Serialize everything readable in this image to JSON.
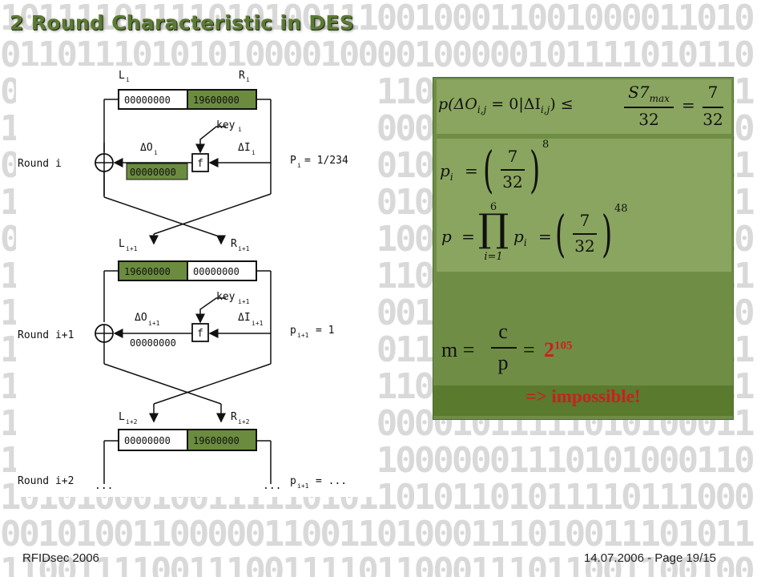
{
  "slide": {
    "title": "2 Round Characteristic in DES",
    "footer_left": "RFIDsec 2006",
    "footer_right": "14.07.2006 - Page 19/15"
  },
  "diagram": {
    "rounds": [
      {
        "label": "Round i",
        "L": "L",
        "L_sub": "i",
        "R": "R",
        "R_sub": "i",
        "left_reg": "00000000",
        "right_reg": "19600000",
        "f_out": "00000000",
        "delta_o": "ΔO",
        "delta_o_sub": "i",
        "delta_i": "ΔI",
        "delta_i_sub": "i",
        "key": "key",
        "key_sub": "i",
        "f": "f",
        "prob": "P",
        "prob_sub": "i",
        "prob_val": "= 1/234"
      },
      {
        "label": "Round i+1",
        "L": "L",
        "L_sub": "i+1",
        "R": "R",
        "R_sub": "i+1",
        "left_reg": "19600000",
        "right_reg": "00000000",
        "f_out": "00000000",
        "delta_o": "ΔO",
        "delta_o_sub": "i+1",
        "delta_i": "ΔI",
        "delta_i_sub": "i+1",
        "key": "key",
        "key_sub": "i+1",
        "f": "f",
        "prob": "p",
        "prob_sub": "i+1",
        "prob_val": "= 1"
      },
      {
        "label": "Round i+2",
        "L": "L",
        "L_sub": "i+2",
        "R": "R",
        "R_sub": "i+2",
        "left_reg": "00000000",
        "right_reg": "19600000",
        "dots_left": "...",
        "dots_right": "...",
        "prob": "p",
        "prob_sub": "i+1",
        "prob_val": "= ..."
      }
    ]
  },
  "formulas": {
    "eq1": {
      "lhs": "p(ΔO",
      "o_sub": "i,j",
      "mid": " = 0|ΔI",
      "i_sub": "i,j",
      "rel": ") ≤",
      "frac_num": "S7",
      "frac_num_sub": "max",
      "frac_den": "32",
      "eq": "=",
      "r_num": "7",
      "r_den": "32"
    },
    "eq2": {
      "lhs": "p",
      "lhs_sub": "i",
      "eq": "=",
      "num": "7",
      "den": "32",
      "exp": "8"
    },
    "eq3": {
      "lhs": "p",
      "eq": "=",
      "prod_top": "6",
      "prod_bottom": "i=1",
      "term": "p",
      "term_sub": "i",
      "eq2": "=",
      "num": "7",
      "den": "32",
      "exp": "48"
    },
    "m_eq": {
      "m": "m =",
      "num": "c",
      "den": "p",
      "eq": "=",
      "result_base": "2",
      "result_exp": "105"
    },
    "conclusion": "=> impossible!"
  },
  "colors": {
    "title": "#5b7a33",
    "panel": "#6f8d45",
    "highlight": "#6b8c3e",
    "result": "#cc1f1f"
  }
}
